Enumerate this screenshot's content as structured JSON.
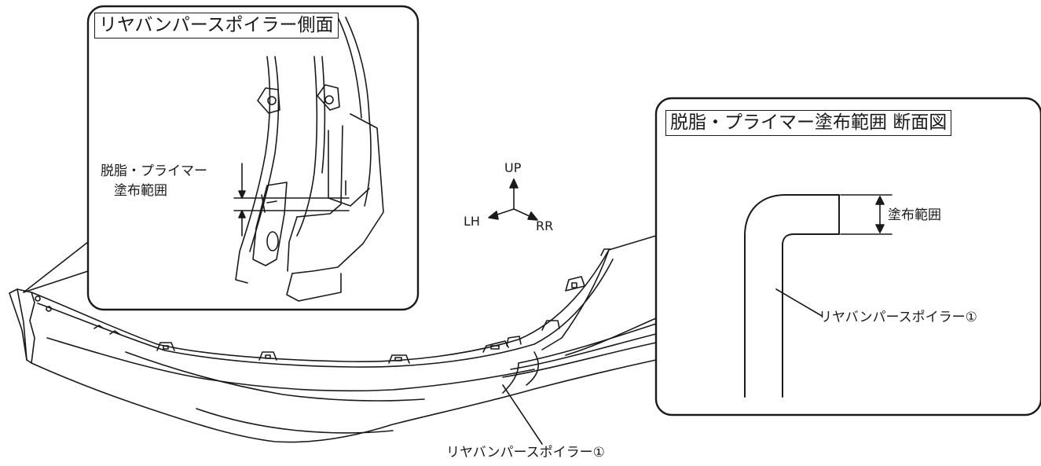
{
  "inset_side": {
    "title": "リヤバンパースポイラー側面",
    "range_label_line1": "脱脂・プライマー",
    "range_label_line2": "塗布範囲"
  },
  "inset_section": {
    "title": "脱脂・プライマー塗布範囲  断面図",
    "range_label": "塗布範囲",
    "part_label": "リヤバンパースポイラー①"
  },
  "orientation": {
    "up": "UP",
    "left": "LH",
    "rear": "RR"
  },
  "main_part_label": "リヤバンパースポイラー①",
  "colors": {
    "line": "#1a1a1a",
    "background": "#ffffff"
  }
}
